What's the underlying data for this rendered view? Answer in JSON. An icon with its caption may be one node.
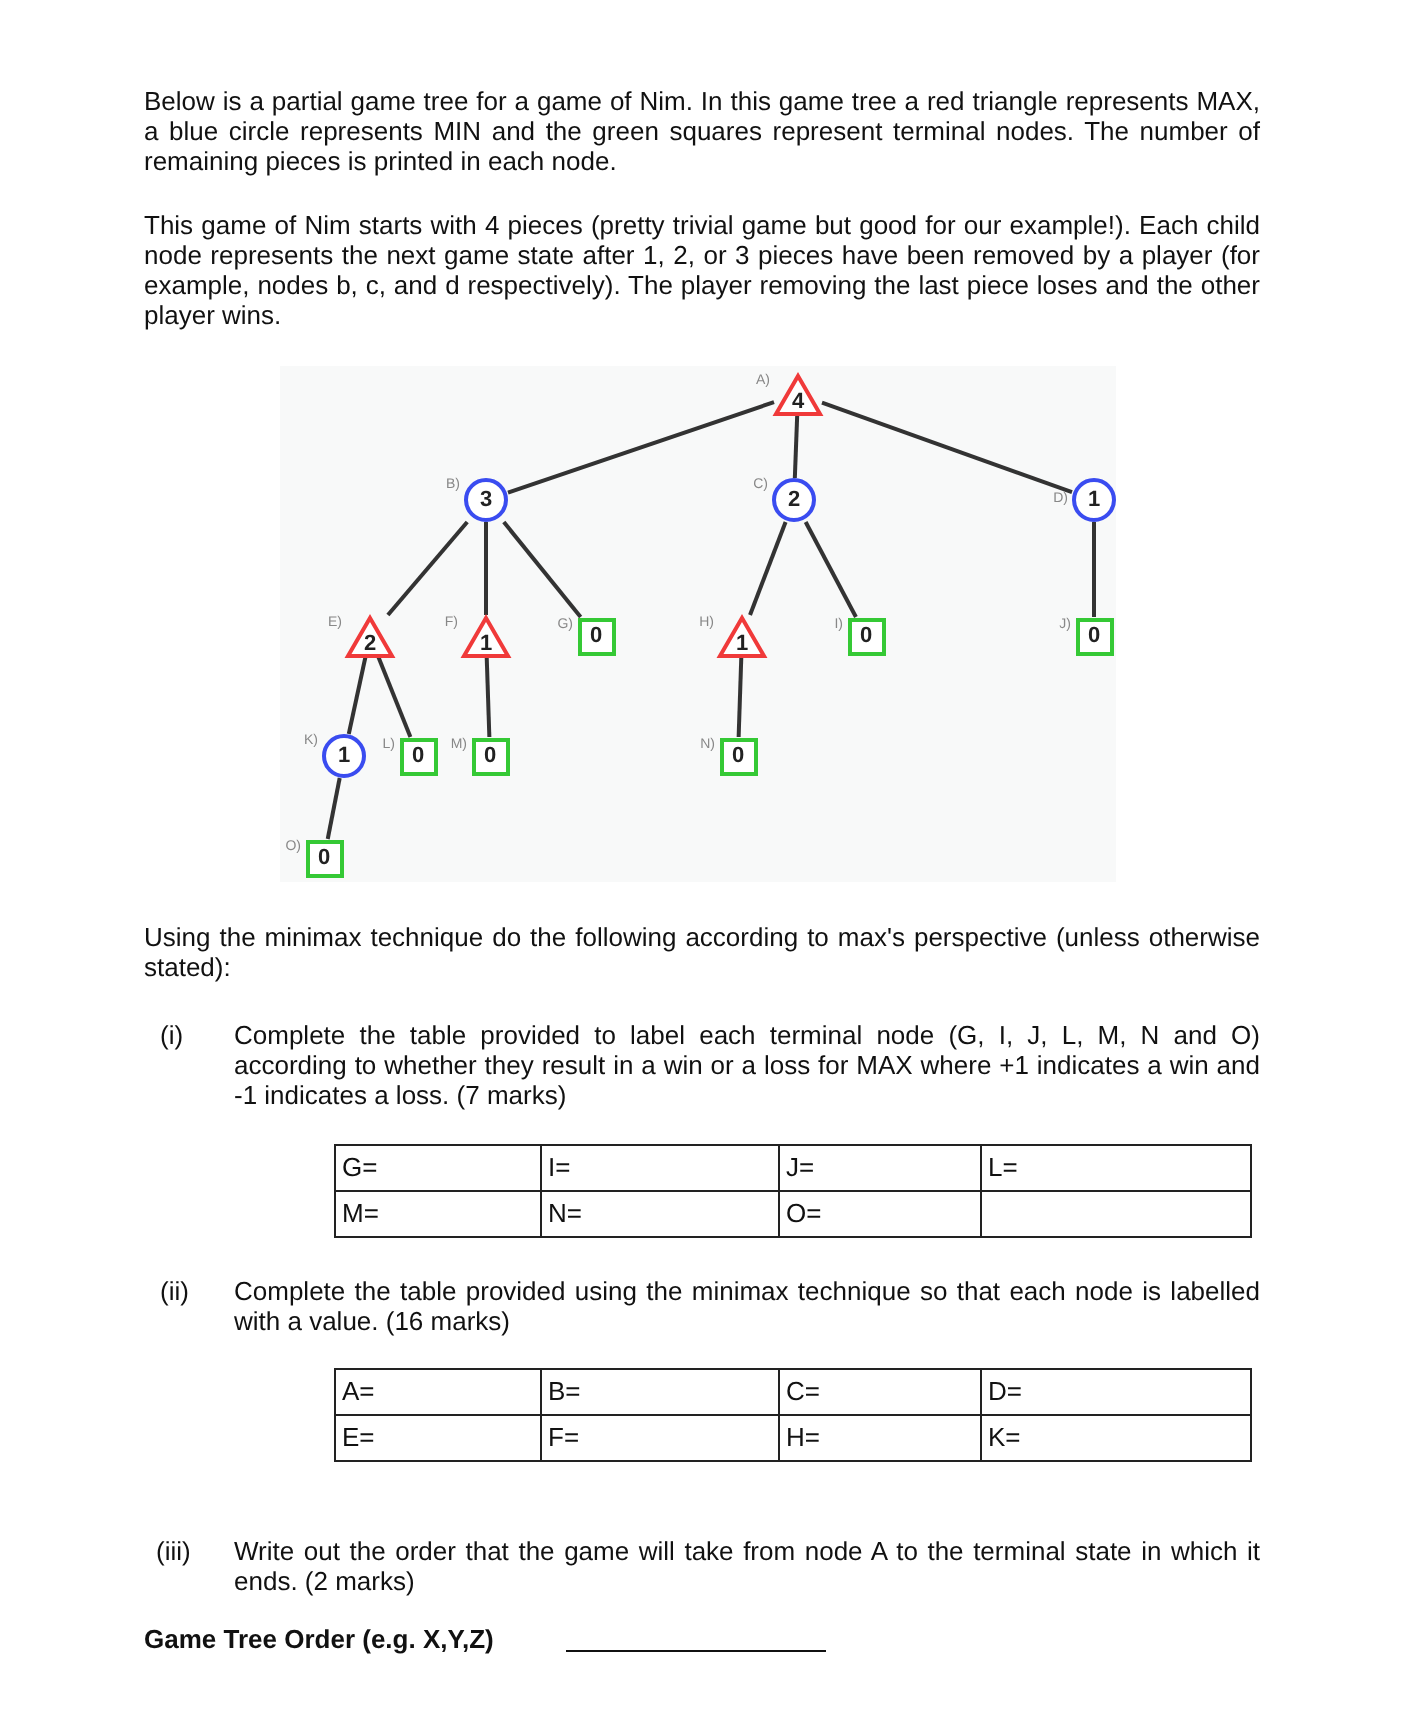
{
  "diagram": {
    "nodes": [
      {
        "text": [
          "4"
        ],
        "beside": [
          "A)"
        ]
      },
      {
        "text": [
          "3"
        ],
        "beside": [
          "B)"
        ]
      },
      {
        "text": [
          "2"
        ],
        "beside": [
          "C)"
        ]
      },
      {
        "text": [
          "1"
        ],
        "beside": [
          "D)"
        ]
      },
      {
        "text": [
          "2"
        ],
        "beside": [
          "E)"
        ]
      },
      {
        "text": [
          "1"
        ],
        "beside": [
          "F)"
        ]
      },
      {
        "text": [
          "0"
        ],
        "beside": [
          "G)"
        ]
      },
      {
        "text": [
          "1"
        ],
        "beside": [
          "H)"
        ]
      },
      {
        "text": [
          "0"
        ],
        "beside": [
          "I)"
        ]
      },
      {
        "text": [
          "0"
        ],
        "beside": [
          "J)"
        ]
      },
      {
        "text": [
          "1"
        ],
        "beside": [
          "K)"
        ]
      },
      {
        "text": [
          "0"
        ],
        "beside": [
          "L)"
        ]
      },
      {
        "text": [
          "0"
        ],
        "beside": [
          "M)"
        ]
      },
      {
        "text": [
          "0"
        ],
        "beside": [
          "N)"
        ]
      },
      {
        "text": [
          "0"
        ],
        "beside": [
          "O)"
        ]
      }
    ],
    "edges": [
      {
        "from": 0,
        "to": 1,
        "arrow": "none"
      },
      {
        "from": 0,
        "to": 2,
        "arrow": "none"
      },
      {
        "from": 0,
        "to": 3,
        "arrow": "none"
      },
      {
        "from": 1,
        "to": 4,
        "arrow": "none"
      },
      {
        "from": 1,
        "to": 5,
        "arrow": "none"
      },
      {
        "from": 1,
        "to": 6,
        "arrow": "none"
      },
      {
        "from": 2,
        "to": 7,
        "arrow": "none"
      },
      {
        "from": 2,
        "to": 8,
        "arrow": "none"
      },
      {
        "from": 3,
        "to": 9,
        "arrow": "none"
      },
      {
        "from": 4,
        "to": 10,
        "arrow": "none"
      },
      {
        "from": 4,
        "to": 11,
        "arrow": "none"
      },
      {
        "from": 5,
        "to": 12,
        "arrow": "none"
      },
      {
        "from": 7,
        "to": 13,
        "arrow": "none"
      },
      {
        "from": 10,
        "to": 14,
        "arrow": "none"
      }
    ],
    "labels": [
      "Below is a partial game tree for a game of Nim. In this game tree a red triangle represents MAX, a blue circle represents MIN and the green squares represent terminal nodes. The number of remaining pieces is printed in each node.",
      "This game of Nim starts with 4 pieces (pretty trivial game but good for our example!). Each child node represents the next game state after 1, 2, or 3 pieces have been removed by a player (for example, nodes b, c, and d respectively). The player removing the last piece loses and the other player wins.",
      "Using the minimax technique do the following according to max's perspective (unless otherwise stated):",
      "(i)",
      "Complete the table provided to label each terminal node (G, I, J, L, M, N and O) according to whether they result in a win or a loss for MAX where +1 indicates a win and -1 indicates a loss. (7 marks)",
      "G=",
      "I=",
      "J=",
      "L=",
      "M=",
      "N=",
      "O=",
      "(ii)",
      "Complete the table provided using the minimax technique so that each node is labelled with a value. (16 marks)",
      "A=",
      "B=",
      "C=",
      "D=",
      "E=",
      "F=",
      "H=",
      "K=",
      "(iii)",
      "Write out the order that the game will take from node A to the terminal state in which it ends. (2 marks)",
      "Game Tree Order (e.g. X,Y,Z)"
    ]
  }
}
